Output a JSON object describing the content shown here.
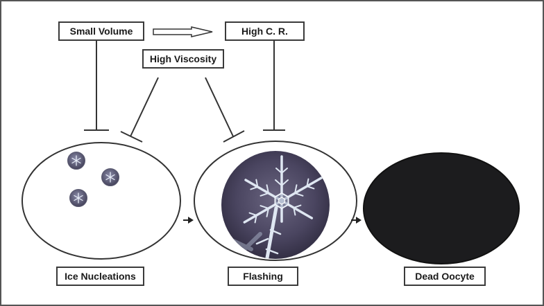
{
  "diagram": {
    "nodes": {
      "small_volume": "Small Volume",
      "high_cr": "High C. R.",
      "high_viscosity": "High Viscosity"
    },
    "stages": {
      "ice_nucleations": "Ice Nucleations",
      "flashing": "Flashing",
      "dead_oocyte": "Dead Oocyte"
    },
    "colors": {
      "line": "#333333",
      "frame": "#555555",
      "dead_cell": "#1c1c1e",
      "crystal_background": "#4a4560",
      "crystal": "#dfe7f2"
    },
    "relations": [
      {
        "from": "Small Volume",
        "to": "High C. R.",
        "type": "leads-to"
      },
      {
        "from": "Small Volume",
        "to": "Ice Nucleations",
        "type": "inhibits"
      },
      {
        "from": "High Viscosity",
        "to": "Ice Nucleations",
        "type": "inhibits"
      },
      {
        "from": "High Viscosity",
        "to": "Flashing",
        "type": "inhibits"
      },
      {
        "from": "High C. R.",
        "to": "Flashing",
        "type": "inhibits"
      },
      {
        "from": "Ice Nucleations",
        "to": "Flashing",
        "type": "progresses"
      },
      {
        "from": "Flashing",
        "to": "Dead Oocyte",
        "type": "progresses"
      }
    ]
  }
}
